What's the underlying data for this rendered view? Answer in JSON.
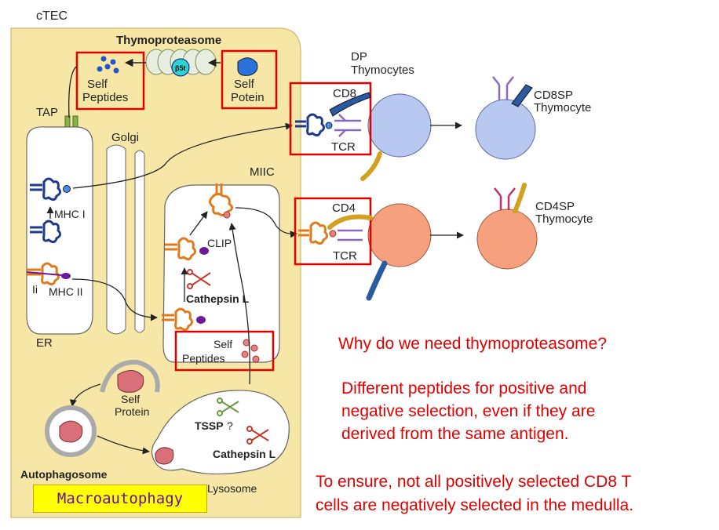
{
  "labels": {
    "ctec": "cTEC",
    "thymoproteasome": "Thymoproteasome",
    "beta5t": "β5t",
    "self_peptides_top_1": "Self",
    "self_peptides_top_2": "Peptides",
    "self_potein_1": "Self",
    "self_potein_2": "Potein",
    "tap": "TAP",
    "golgi": "Golgi",
    "miic": "MIIC",
    "mhc1": "MHC I",
    "mhc2": "MHC II",
    "ii": "Ii",
    "er": "ER",
    "clip": "CLIP",
    "cathepsin_l_1": "Cathepsin L",
    "self_peptides_bottom_1": "Self",
    "self_peptides_bottom_2": "Peptides",
    "self_protein_1": "Self",
    "self_protein_2": "Protein",
    "tssp": "TSSP",
    "tssp_q": "?",
    "cathepsin_l_2": "Cathepsin L",
    "autophagosome": "Autophagosome",
    "lysosome": "Lysosome",
    "dp_1": "DP",
    "dp_2": "Thymocytes",
    "cd8": "CD8",
    "tcr_1": "TCR",
    "cd4": "CD4",
    "tcr_2": "TCR",
    "cd8sp_1": "CD8SP",
    "cd8sp_2": "Thymocyte",
    "cd4sp_1": "CD4SP",
    "cd4sp_2": "Thymocyte"
  },
  "macroautophagy": "Macroautophagy",
  "question": "Why do we need thymoproteasome?",
  "answer_lines": [
    "Different peptides for positive and",
    "negative selection, even if they are",
    "derived from the same antigen."
  ],
  "ensure_lines": [
    "To ensure, not all positively selected CD8 T",
    "cells are negatively selected in the medulla."
  ],
  "colors": {
    "text_red": "#e00000",
    "cell_fill": "#f7e7a6",
    "highlight_box": "#e00000",
    "cd8_cell": "#b8c8f0",
    "cd4_cell": "#f7a07e",
    "macro_fill": "#ffff00",
    "macro_text": "#6a0dad"
  }
}
